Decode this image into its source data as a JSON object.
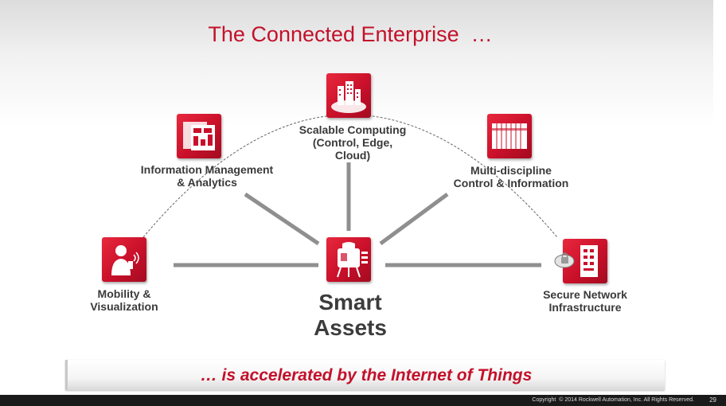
{
  "title": "The Connected Enterprise  …",
  "center": {
    "lines": "Smart\nAssets"
  },
  "nodes": {
    "scalable_computing": "Scalable Computing\n(Control, Edge,\nCloud)",
    "information_management": "Information Management\n& Analytics",
    "multi_discipline": "Multi-discipline\nControl & Information",
    "mobility": "Mobility &\nVisualization",
    "secure_network": "Secure Network\nInfrastructure"
  },
  "icons": {
    "scalable_computing": "cloud-buildings-icon",
    "information_management": "analytics-screens-icon",
    "multi_discipline": "controller-rack-icon",
    "mobility": "mobile-worker-icon",
    "secure_network": "network-switch-icon",
    "center": "smart-machine-icon"
  },
  "tagline": "… is accelerated by the Internet of Things",
  "footer": {
    "copyright": "Copyright  © 2014 Rockwell Automation, Inc. All Rights Reserved.",
    "page": "29"
  },
  "colors": {
    "accent": "#c3112b",
    "connector": "#8f8f8f",
    "arc": "#666666",
    "text": "#3a3a3a"
  }
}
